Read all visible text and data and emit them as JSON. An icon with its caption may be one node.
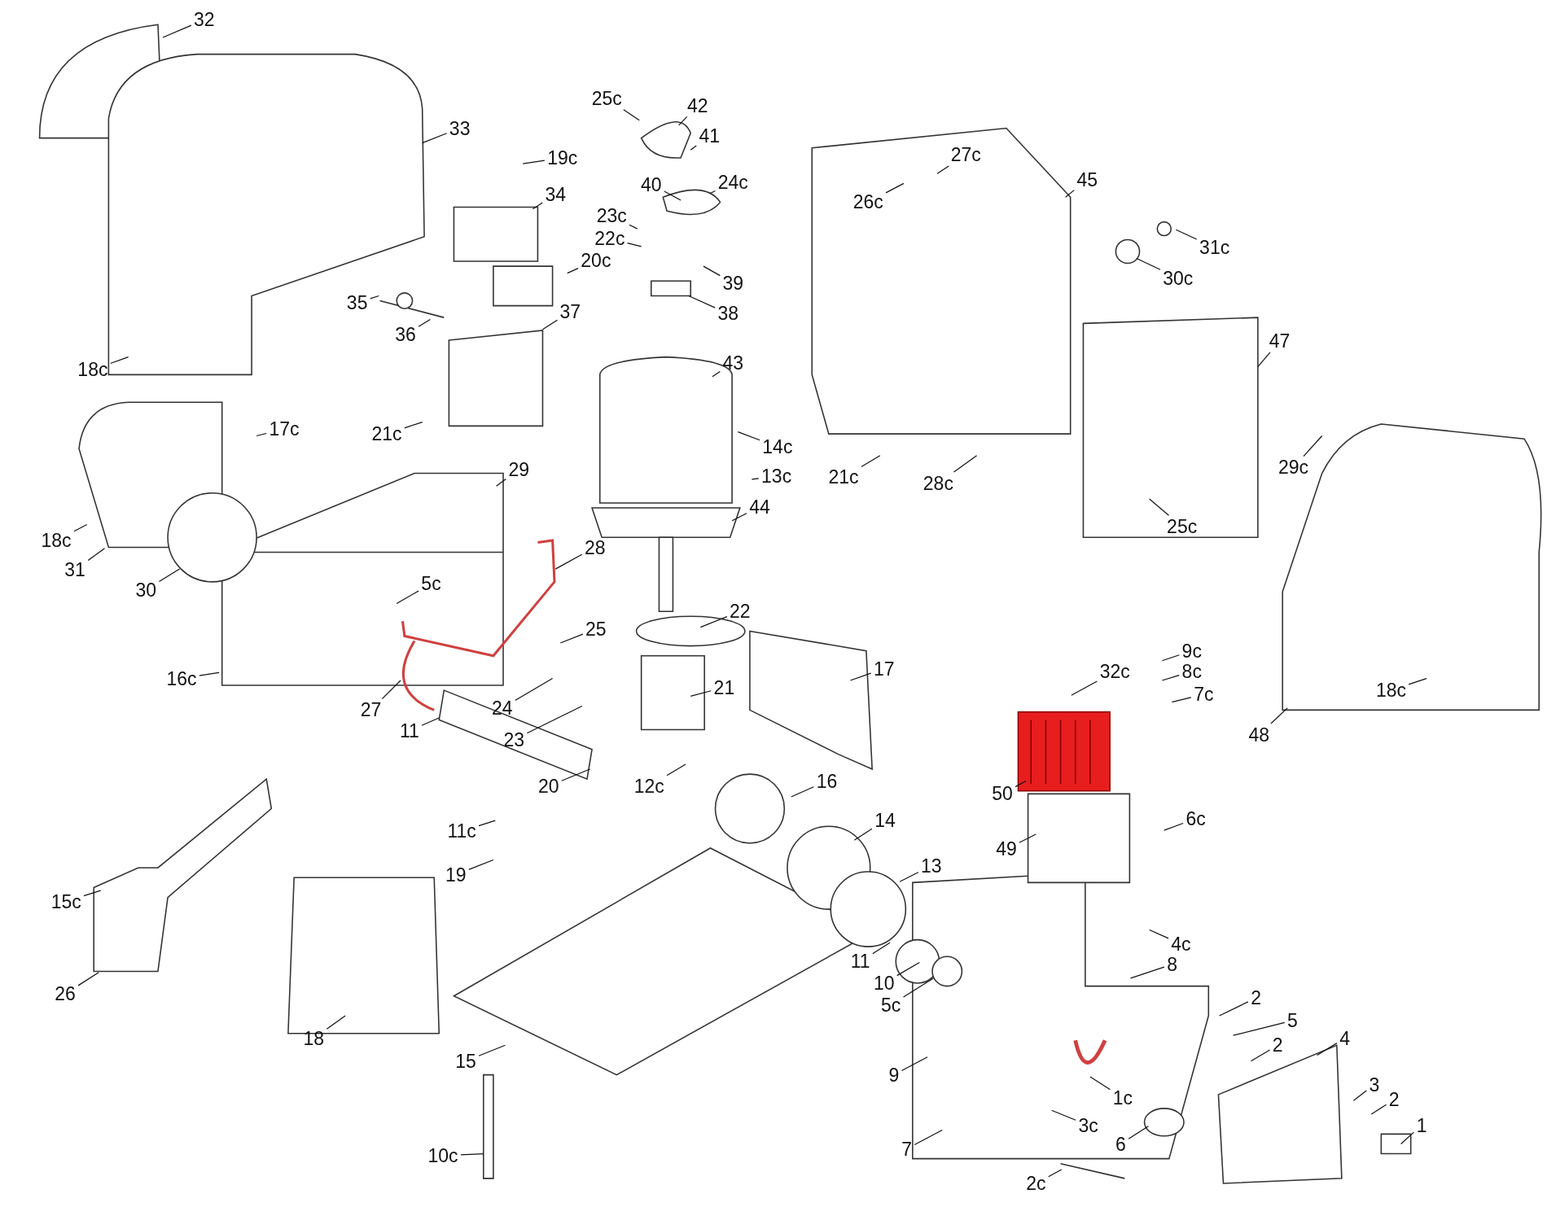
{
  "diagram": {
    "nodes": [
      {
        "text": [
          "32"
        ]
      },
      {
        "text": [
          "33"
        ]
      },
      {
        "text": [
          "25c"
        ]
      },
      {
        "text": [
          "42"
        ]
      },
      {
        "text": [
          "41"
        ]
      },
      {
        "text": [
          "24c"
        ]
      },
      {
        "text": [
          "19c"
        ]
      },
      {
        "text": [
          "40"
        ]
      },
      {
        "text": [
          "34"
        ]
      },
      {
        "text": [
          "23c"
        ]
      },
      {
        "text": [
          "22c"
        ]
      },
      {
        "text": [
          "20c"
        ]
      },
      {
        "text": [
          "39"
        ]
      },
      {
        "text": [
          "38"
        ]
      },
      {
        "text": [
          "35"
        ]
      },
      {
        "text": [
          "36"
        ]
      },
      {
        "text": [
          "37"
        ]
      },
      {
        "text": [
          "18c"
        ]
      },
      {
        "text": [
          "21c"
        ]
      },
      {
        "text": [
          "43"
        ]
      },
      {
        "text": [
          "14c"
        ]
      },
      {
        "text": [
          "13c"
        ]
      },
      {
        "text": [
          "44"
        ]
      },
      {
        "text": [
          "17c"
        ]
      },
      {
        "text": [
          "29"
        ]
      },
      {
        "text": [
          "18c"
        ]
      },
      {
        "text": [
          "31"
        ]
      },
      {
        "text": [
          "30"
        ]
      },
      {
        "text": [
          "5c"
        ]
      },
      {
        "text": [
          "28"
        ]
      },
      {
        "text": [
          "25"
        ]
      },
      {
        "text": [
          "22"
        ]
      },
      {
        "text": [
          "21"
        ]
      },
      {
        "text": [
          "17"
        ]
      },
      {
        "text": [
          "16c"
        ]
      },
      {
        "text": [
          "27"
        ]
      },
      {
        "text": [
          "11"
        ]
      },
      {
        "text": [
          "24"
        ]
      },
      {
        "text": [
          "23"
        ]
      },
      {
        "text": [
          "20"
        ]
      },
      {
        "text": [
          "12c"
        ]
      },
      {
        "text": [
          "27c"
        ]
      },
      {
        "text": [
          "26c"
        ]
      },
      {
        "text": [
          "45"
        ]
      },
      {
        "text": [
          "31c"
        ]
      },
      {
        "text": [
          "30c"
        ]
      },
      {
        "text": [
          "47"
        ]
      },
      {
        "text": [
          "21c"
        ]
      },
      {
        "text": [
          "28c"
        ]
      },
      {
        "text": [
          "29c"
        ]
      },
      {
        "text": [
          "25c"
        ]
      },
      {
        "text": [
          "9c"
        ]
      },
      {
        "text": [
          "8c"
        ]
      },
      {
        "text": [
          "32c"
        ]
      },
      {
        "text": [
          "7c"
        ]
      },
      {
        "text": [
          "18c"
        ]
      },
      {
        "text": [
          "48"
        ]
      },
      {
        "text": [
          "50"
        ]
      },
      {
        "text": [
          "6c"
        ]
      },
      {
        "text": [
          "49"
        ]
      },
      {
        "text": [
          "16"
        ]
      },
      {
        "text": [
          "14"
        ]
      },
      {
        "text": [
          "13"
        ]
      },
      {
        "text": [
          "11c"
        ]
      },
      {
        "text": [
          "19"
        ]
      },
      {
        "text": [
          "15c"
        ]
      },
      {
        "text": [
          "26"
        ]
      },
      {
        "text": [
          "18"
        ]
      },
      {
        "text": [
          "15"
        ]
      },
      {
        "text": [
          "11"
        ]
      },
      {
        "text": [
          "10"
        ]
      },
      {
        "text": [
          "5c"
        ]
      },
      {
        "text": [
          "4c"
        ]
      },
      {
        "text": [
          "8"
        ]
      },
      {
        "text": [
          "2"
        ]
      },
      {
        "text": [
          "5"
        ]
      },
      {
        "text": [
          "2"
        ]
      },
      {
        "text": [
          "4"
        ]
      },
      {
        "text": [
          "9"
        ]
      },
      {
        "text": [
          "1c"
        ]
      },
      {
        "text": [
          "3"
        ]
      },
      {
        "text": [
          "2"
        ]
      },
      {
        "text": [
          "3c"
        ]
      },
      {
        "text": [
          "6"
        ]
      },
      {
        "text": [
          "1"
        ]
      },
      {
        "text": [
          "7"
        ]
      },
      {
        "text": [
          "10c"
        ]
      },
      {
        "text": [
          "2c"
        ]
      }
    ],
    "edges": [
      {
        "from": 0,
        "to": null,
        "arrow": "none"
      },
      {
        "from": 1,
        "to": null,
        "arrow": "none"
      },
      {
        "from": 2,
        "to": null,
        "arrow": "none"
      },
      {
        "from": 3,
        "to": null,
        "arrow": "none"
      },
      {
        "from": 4,
        "to": null,
        "arrow": "none"
      },
      {
        "from": 5,
        "to": null,
        "arrow": "none"
      },
      {
        "from": 6,
        "to": null,
        "arrow": "none"
      },
      {
        "from": 7,
        "to": null,
        "arrow": "none"
      },
      {
        "from": 8,
        "to": null,
        "arrow": "none"
      },
      {
        "from": 9,
        "to": null,
        "arrow": "none"
      },
      {
        "from": 10,
        "to": null,
        "arrow": "none"
      },
      {
        "from": 11,
        "to": null,
        "arrow": "none"
      },
      {
        "from": 12,
        "to": null,
        "arrow": "none"
      },
      {
        "from": 13,
        "to": null,
        "arrow": "none"
      },
      {
        "from": 14,
        "to": null,
        "arrow": "none"
      },
      {
        "from": 15,
        "to": null,
        "arrow": "none"
      },
      {
        "from": 16,
        "to": null,
        "arrow": "none"
      },
      {
        "from": 17,
        "to": null,
        "arrow": "none"
      },
      {
        "from": 18,
        "to": null,
        "arrow": "none"
      },
      {
        "from": 19,
        "to": null,
        "arrow": "none"
      },
      {
        "from": 20,
        "to": null,
        "arrow": "none"
      },
      {
        "from": 21,
        "to": null,
        "arrow": "none"
      },
      {
        "from": 22,
        "to": null,
        "arrow": "none"
      },
      {
        "from": 23,
        "to": null,
        "arrow": "none"
      },
      {
        "from": 24,
        "to": null,
        "arrow": "none"
      },
      {
        "from": 25,
        "to": null,
        "arrow": "none"
      },
      {
        "from": 26,
        "to": null,
        "arrow": "none"
      },
      {
        "from": 27,
        "to": null,
        "arrow": "none"
      },
      {
        "from": 28,
        "to": null,
        "arrow": "none"
      },
      {
        "from": 29,
        "to": null,
        "arrow": "none"
      },
      {
        "from": 30,
        "to": null,
        "arrow": "none"
      },
      {
        "from": 31,
        "to": null,
        "arrow": "none"
      },
      {
        "from": 32,
        "to": null,
        "arrow": "none"
      },
      {
        "from": 33,
        "to": null,
        "arrow": "none"
      },
      {
        "from": 34,
        "to": null,
        "arrow": "none"
      },
      {
        "from": 35,
        "to": null,
        "arrow": "none"
      },
      {
        "from": 36,
        "to": null,
        "arrow": "none"
      },
      {
        "from": 37,
        "to": null,
        "arrow": "none"
      },
      {
        "from": 38,
        "to": null,
        "arrow": "none"
      },
      {
        "from": 39,
        "to": null,
        "arrow": "none"
      },
      {
        "from": 40,
        "to": null,
        "arrow": "none"
      },
      {
        "from": 41,
        "to": null,
        "arrow": "none"
      },
      {
        "from": 42,
        "to": null,
        "arrow": "none"
      },
      {
        "from": 43,
        "to": null,
        "arrow": "none"
      },
      {
        "from": 44,
        "to": null,
        "arrow": "none"
      },
      {
        "from": 45,
        "to": null,
        "arrow": "none"
      },
      {
        "from": 46,
        "to": null,
        "arrow": "none"
      },
      {
        "from": 47,
        "to": null,
        "arrow": "none"
      },
      {
        "from": 48,
        "to": null,
        "arrow": "none"
      },
      {
        "from": 49,
        "to": null,
        "arrow": "none"
      },
      {
        "from": 50,
        "to": null,
        "arrow": "none"
      },
      {
        "from": 51,
        "to": null,
        "arrow": "none"
      },
      {
        "from": 52,
        "to": null,
        "arrow": "none"
      },
      {
        "from": 53,
        "to": null,
        "arrow": "none"
      },
      {
        "from": 54,
        "to": null,
        "arrow": "none"
      },
      {
        "from": 55,
        "to": null,
        "arrow": "none"
      },
      {
        "from": 56,
        "to": null,
        "arrow": "none"
      },
      {
        "from": 57,
        "to": null,
        "arrow": "none"
      },
      {
        "from": 58,
        "to": null,
        "arrow": "none"
      },
      {
        "from": 59,
        "to": null,
        "arrow": "none"
      },
      {
        "from": 60,
        "to": null,
        "arrow": "none"
      },
      {
        "from": 61,
        "to": null,
        "arrow": "none"
      },
      {
        "from": 62,
        "to": null,
        "arrow": "none"
      },
      {
        "from": 63,
        "to": null,
        "arrow": "none"
      },
      {
        "from": 64,
        "to": null,
        "arrow": "none"
      },
      {
        "from": 65,
        "to": null,
        "arrow": "none"
      },
      {
        "from": 66,
        "to": null,
        "arrow": "none"
      },
      {
        "from": 67,
        "to": null,
        "arrow": "none"
      },
      {
        "from": 68,
        "to": null,
        "arrow": "none"
      },
      {
        "from": 69,
        "to": null,
        "arrow": "none"
      },
      {
        "from": 70,
        "to": null,
        "arrow": "none"
      },
      {
        "from": 71,
        "to": null,
        "arrow": "none"
      },
      {
        "from": 72,
        "to": null,
        "arrow": "none"
      },
      {
        "from": 73,
        "to": null,
        "arrow": "none"
      },
      {
        "from": 74,
        "to": null,
        "arrow": "none"
      },
      {
        "from": 75,
        "to": null,
        "arrow": "none"
      },
      {
        "from": 76,
        "to": null,
        "arrow": "none"
      },
      {
        "from": 77,
        "to": null,
        "arrow": "none"
      },
      {
        "from": 78,
        "to": null,
        "arrow": "none"
      },
      {
        "from": 79,
        "to": null,
        "arrow": "none"
      },
      {
        "from": 80,
        "to": null,
        "arrow": "none"
      },
      {
        "from": 81,
        "to": null,
        "arrow": "none"
      },
      {
        "from": 82,
        "to": null,
        "arrow": "none"
      },
      {
        "from": 83,
        "to": null,
        "arrow": "none"
      },
      {
        "from": 84,
        "to": null,
        "arrow": "none"
      },
      {
        "from": 85,
        "to": null,
        "arrow": "none"
      },
      {
        "from": 86,
        "to": null,
        "arrow": "none"
      },
      {
        "from": 87,
        "to": null,
        "arrow": "none"
      }
    ]
  }
}
